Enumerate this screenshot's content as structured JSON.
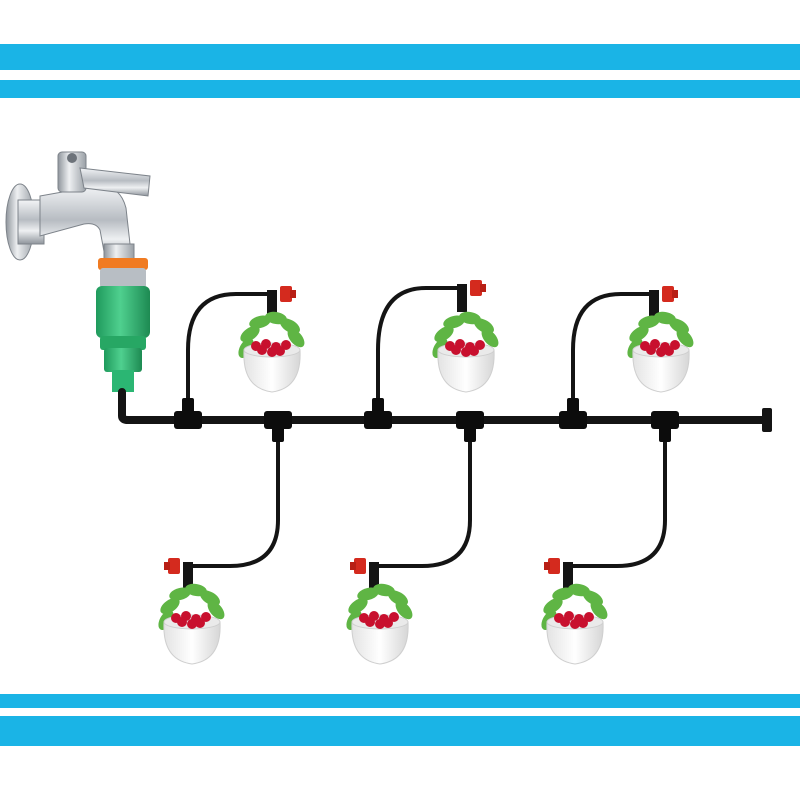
{
  "colors": {
    "background": "#ffffff",
    "band": "#1ab4e6",
    "tube": "#141414",
    "dripper": "#d42a1e",
    "connector_green": "#2bb673",
    "connector_orange": "#f07b22",
    "leaf": "#5fb544",
    "berry": "#c8102e",
    "pot": "#f4f4f4",
    "chrome": "#c9cdd2"
  },
  "scene": {
    "objects": [
      "faucet-icon",
      "quick-connector",
      "main-tube",
      "tee-connector",
      "end-plug",
      "dripper-icon",
      "strawberry-pot"
    ],
    "upper_plant_count": 3,
    "lower_plant_count": 3
  }
}
